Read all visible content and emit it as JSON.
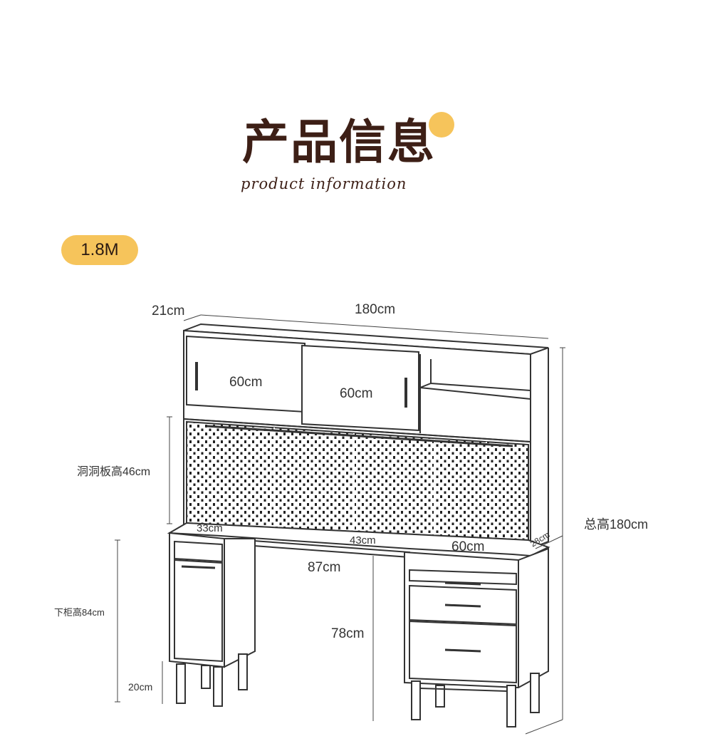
{
  "header": {
    "title": "产品信息",
    "subtitle": "product information"
  },
  "badge": {
    "size_label": "1.8M"
  },
  "dimensions": {
    "depth_top": "21cm",
    "total_width": "180cm",
    "door_left": "60cm",
    "door_right": "60cm",
    "pegboard_height": "洞洞板高46cm",
    "total_height": "总高180cm",
    "left_cabinet_width": "33cm",
    "desk_depth": "43cm",
    "right_cabinet_width": "60cm",
    "right_cabinet_depth": "28cm",
    "desk_gap": "87cm",
    "lower_cabinet_height": "下柜高84cm",
    "desk_height": "78cm",
    "leg_height": "20cm"
  },
  "colors": {
    "title": "#3d1f16",
    "accent": "#f6c45b",
    "line": "#333333"
  }
}
